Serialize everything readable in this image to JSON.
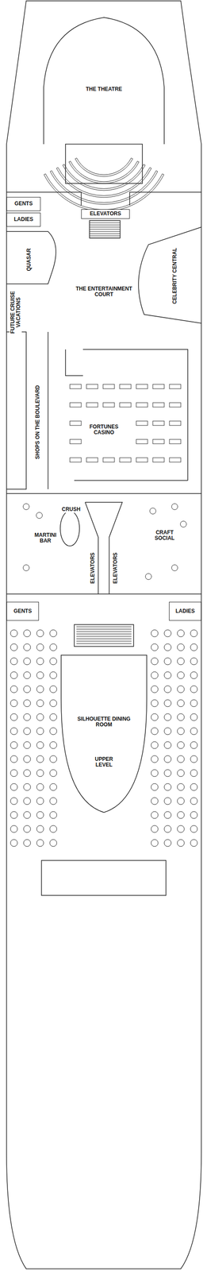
{
  "diagram": {
    "nodes": [
      {
        "text": [
          "GENTS"
        ]
      },
      {
        "text": [
          "LADIES"
        ]
      },
      {
        "text": [
          "ELEVATORS"
        ]
      },
      {
        "text": [
          "GENTS"
        ]
      },
      {
        "text": [
          "LADIES"
        ]
      }
    ],
    "labels": [
      "THE THEATRE",
      "QUASAR",
      "THE ENTERTAINMENT COURT",
      "CELEBRITY CENTRAL",
      "FUTURE CRUISE VACATIONS",
      "SHOPS ON THE BOULEVARD",
      "FORTUNES CASINO",
      "CRUSH",
      "MARTINI BAR",
      "ELEVATORS",
      "ELEVATORS",
      "CRAFT SOCIAL",
      "SILHOUETTE DINING ROOM",
      "UPPER LEVEL"
    ]
  }
}
